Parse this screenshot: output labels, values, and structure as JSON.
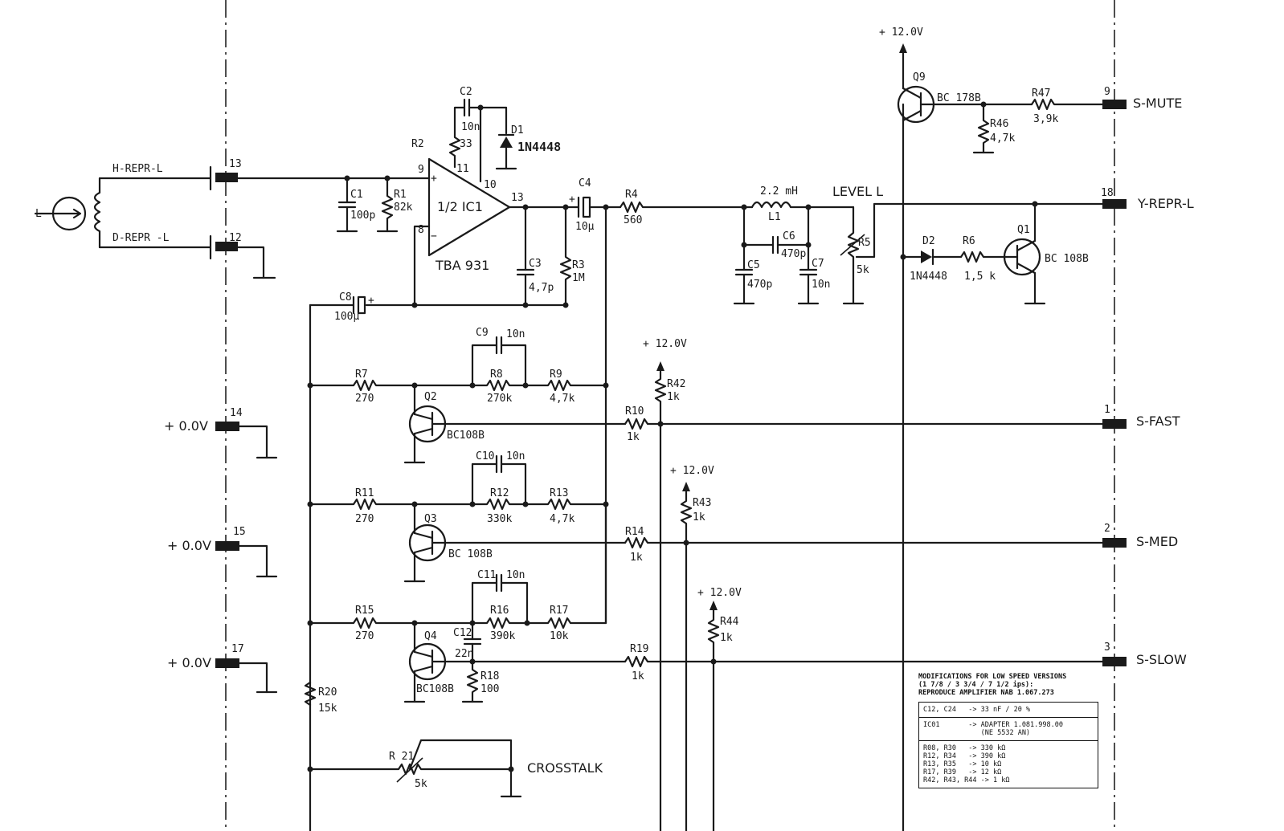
{
  "labels": {
    "h_repr_l": "H-REPR-L",
    "d_repr_l": "D-REPR -L",
    "l_input": "L",
    "pin13": "13",
    "pin12": "12",
    "pin14": "14",
    "pin15": "15",
    "pin17": "17",
    "pin9": "9",
    "pin18": "18",
    "pin1": "1",
    "pin2": "2",
    "pin3": "3",
    "v14": "+ 0.0V",
    "v15": "+ 0.0V",
    "v17": "+ 0.0V",
    "vq9": "+ 12.0V",
    "vr42": "+ 12.0V",
    "vr43": "+ 12.0V",
    "vr44": "+ 12.0V",
    "s_mute": "S-MUTE",
    "y_repr_l": "Y-REPR-L",
    "s_fast": "S-FAST",
    "s_med": "S-MED",
    "s_slow": "S-SLOW",
    "crosstalk": "CROSSTALK",
    "level_l": "LEVEL L"
  },
  "components": {
    "c1": "C1",
    "c1v": "100p",
    "r1": "R1",
    "r1v": "82k",
    "r2": "R2",
    "r2v": "33",
    "c2": "C2",
    "c2v": "10n",
    "d1": "D1",
    "d1v": "1N4448",
    "ic1": "1/2 IC1",
    "ic1p": "TBA 931",
    "ic_pin9": "9",
    "ic_pin11": "11",
    "ic_pin10": "10",
    "ic_pin13": "13",
    "ic_pin8": "8",
    "c3": "C3",
    "c3v": "4,7p",
    "r3": "R3",
    "r3v": "1M",
    "c4": "C4",
    "c4v": "10µ",
    "r4": "R4",
    "r4v": "560",
    "l1": "L1",
    "l1v": "2.2 mH",
    "c5": "C5",
    "c5v": "470p",
    "c6": "C6",
    "c6v": "470p",
    "c7": "C7",
    "c7v": "10n",
    "r5": "R5",
    "r5v": "5k",
    "d2": "D2",
    "d2v": "1N4448",
    "r6": "R6",
    "r6v": "1,5 k",
    "q1": "Q1",
    "q1v": "BC 108B",
    "q9": "Q9",
    "q9v": "BC 178B",
    "r46": "R46",
    "r46v": "4,7k",
    "r47": "R47",
    "r47v": "3,9k",
    "c8": "C8",
    "c8v": "100µ",
    "c9": "C9",
    "c9v": "10n",
    "r7": "R7",
    "r7v": "270",
    "r8": "R8",
    "r8v": "270k",
    "r9": "R9",
    "r9v": "4,7k",
    "q2": "Q2",
    "q2v": "BC108B",
    "r10": "R10",
    "r10v": "1k",
    "r42": "R42",
    "r42v": "1k",
    "c10": "C10",
    "c10v": "10n",
    "r11": "R11",
    "r11v": "270",
    "r12": "R12",
    "r12v": "330k",
    "r13": "R13",
    "r13v": "4,7k",
    "q3": "Q3",
    "q3v": "BC 108B",
    "r14": "R14",
    "r14v": "1k",
    "r43": "R43",
    "r43v": "1k",
    "c11": "C11",
    "c11v": "10n",
    "r15": "R15",
    "r15v": "270",
    "r16": "R16",
    "r16v": "390k",
    "r17": "R17",
    "r17v": "10k",
    "c12": "C12",
    "c12v": "22n",
    "q4": "Q4",
    "q4v": "BC108B",
    "r18": "R18",
    "r18v": "100",
    "r19": "R19",
    "r19v": "1k",
    "r44": "R44",
    "r44v": "1k",
    "r20": "R20",
    "r20v": "15k",
    "r21": "R 21",
    "r21v": "5k"
  },
  "note": {
    "title": "MODIFICATIONS FOR LOW SPEED VERSIONS\n(1 7/8 / 3 3/4 / 7 1/2 ips):\nREPRODUCE AMPLIFIER NAB 1.067.273",
    "rows": [
      "C12, C24   -> 33 nF / 20 %",
      "IC01       -> ADAPTER 1.081.998.00\n              (NE 5532 AN)",
      "R08, R30   -> 330 kΩ\nR12, R34   -> 390 kΩ\nR13, R35   -> 10 kΩ\nR17, R39   -> 12 kΩ\nR42, R43, R44 -> 1 kΩ"
    ]
  }
}
